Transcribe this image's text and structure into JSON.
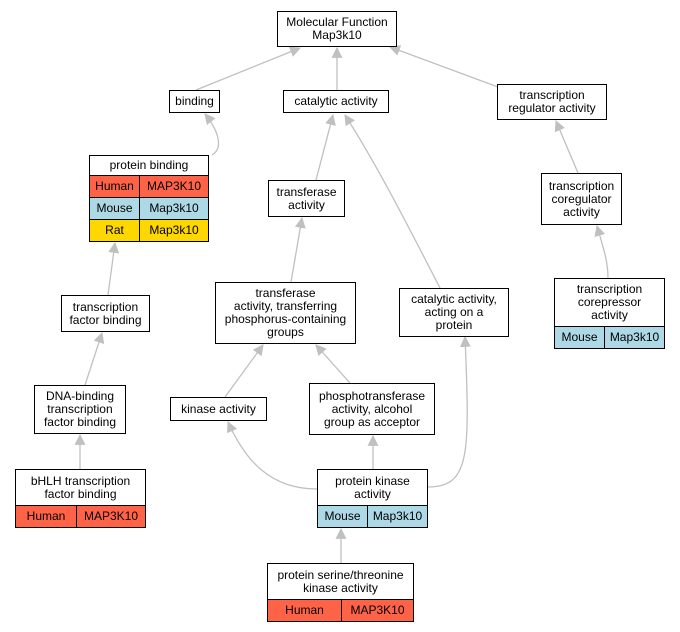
{
  "nodes": {
    "molecular_function": {
      "title": "Molecular Function\nMap3k10"
    },
    "binding": {
      "title": "binding"
    },
    "catalytic_activity": {
      "title": "catalytic activity"
    },
    "transcription_regulator_activity": {
      "title": "transcription\nregulator activity"
    },
    "protein_binding": {
      "title": "protein binding",
      "rows": [
        {
          "species": "Human",
          "gene": "MAP3K10",
          "color": "#ff6347"
        },
        {
          "species": "Mouse",
          "gene": "Map3k10",
          "color": "#add8e6"
        },
        {
          "species": "Rat",
          "gene": "Map3k10",
          "color": "#ffd700"
        }
      ]
    },
    "transferase_activity": {
      "title": "transferase\nactivity"
    },
    "transcription_coregulator_activity": {
      "title": "transcription\ncoregulator\nactivity"
    },
    "transcription_factor_binding": {
      "title": "transcription\nfactor binding"
    },
    "transferase_phosphorus": {
      "title": "transferase\nactivity, transferring\nphosphorus-containing\ngroups"
    },
    "catalytic_acting_on_protein": {
      "title": "catalytic activity,\nacting on a\nprotein"
    },
    "transcription_corepressor_activity": {
      "title": "transcription\ncorepressor\nactivity",
      "rows": [
        {
          "species": "Mouse",
          "gene": "Map3k10",
          "color": "#add8e6"
        }
      ]
    },
    "dna_binding_tf_binding": {
      "title": "DNA-binding\ntranscription\nfactor binding"
    },
    "kinase_activity": {
      "title": "kinase activity"
    },
    "phosphotransferase_alcohol": {
      "title": "phosphotransferase\nactivity, alcohol\ngroup as acceptor"
    },
    "bhlh_tf_binding": {
      "title": "bHLH transcription\nfactor binding",
      "rows": [
        {
          "species": "Human",
          "gene": "MAP3K10",
          "color": "#ff6347"
        }
      ]
    },
    "protein_kinase_activity": {
      "title": "protein kinase\nactivity",
      "rows": [
        {
          "species": "Mouse",
          "gene": "Map3k10",
          "color": "#add8e6"
        }
      ]
    },
    "protein_ser_thr_kinase": {
      "title": "protein serine/threonine\nkinase activity",
      "rows": [
        {
          "species": "Human",
          "gene": "MAP3K10",
          "color": "#ff6347"
        }
      ]
    }
  },
  "colors": {
    "edge": "#c0c0c0",
    "human": "#ff6347",
    "mouse": "#add8e6",
    "rat": "#ffd700"
  }
}
